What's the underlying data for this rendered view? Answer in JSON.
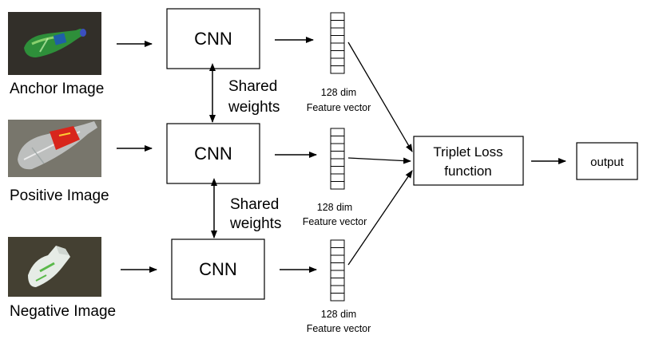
{
  "inputs": [
    {
      "label": "Anchor Image",
      "photo_icon": "green-plastic-bottle-photo"
    },
    {
      "label": "Positive Image",
      "photo_icon": "red-label-plastic-bottle-photo"
    },
    {
      "label": "Negative Image",
      "photo_icon": "crushed-white-bottle-photo"
    }
  ],
  "networks": [
    {
      "label": "CNN"
    },
    {
      "label": "CNN"
    },
    {
      "label": "CNN"
    }
  ],
  "shared_weights": [
    {
      "line1": "Shared",
      "line2": "weights"
    },
    {
      "line1": "Shared",
      "line2": "weights"
    }
  ],
  "feature_vectors": [
    {
      "line1": "128 dim",
      "line2": "Feature vector"
    },
    {
      "line1": "128 dim",
      "line2": "Feature vector"
    },
    {
      "line1": "128 dim",
      "line2": "Feature vector"
    }
  ],
  "loss": {
    "line1": "Triplet Loss",
    "line2": "function"
  },
  "output": {
    "label": "output"
  }
}
